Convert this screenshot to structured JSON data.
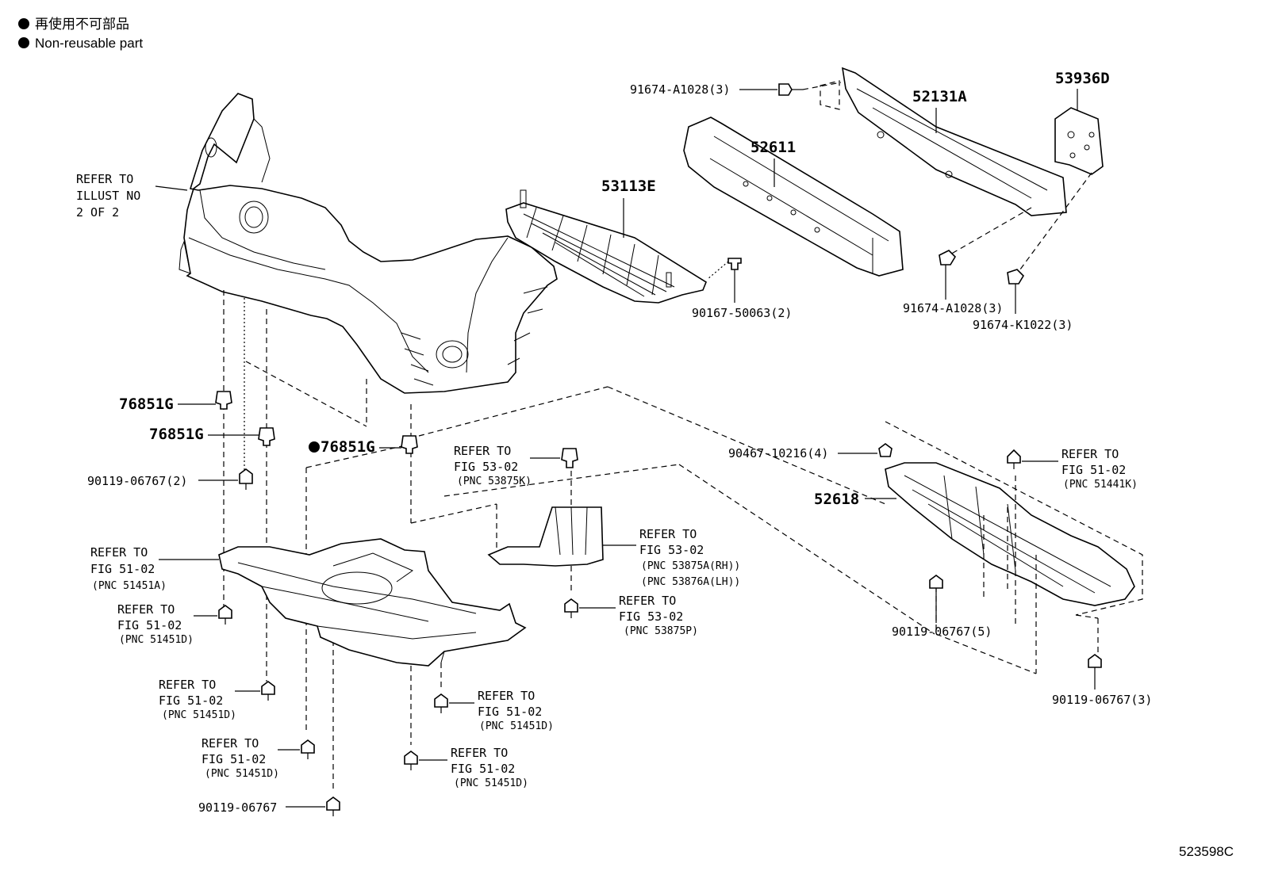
{
  "legend": [
    {
      "text": "再使用不可部品"
    },
    {
      "text": "Non-reusable part"
    }
  ],
  "illustration_code": "523598C",
  "refer_illust": [
    "REFER TO",
    "ILLUST NO",
    "2 OF 2"
  ],
  "parts": {
    "p53936D": "53936D",
    "p52131A": "52131A",
    "p91674_top": "91674-A1028(3)",
    "p52611": "52611",
    "p53113E": "53113E",
    "p90167": "90167-50063(2)",
    "p91674_mid": "91674-A1028(3)",
    "p91674_k": "91674-K1022(3)",
    "p76851G_a": "76851G",
    "p76851G_b": "76851G",
    "p76851G_c": "76851G",
    "p90119_2": "90119-06767(2)",
    "p90467": "90467-10216(4)",
    "p52618": "52618",
    "p90119_5": "90119-06767(5)",
    "p90119_3": "90119-06767(3)",
    "p90119_1": "90119-06767"
  },
  "refs": {
    "r53875K": [
      "REFER TO",
      "FIG 53-02",
      "(PNC 53875K)"
    ],
    "r51441K": [
      "REFER TO",
      "FIG 51-02",
      "(PNC 51441K)"
    ],
    "r51451A": [
      "REFER TO",
      "FIG 51-02",
      "(PNC 51451A)"
    ],
    "r53875A": [
      "REFER TO",
      "FIG 53-02",
      "(PNC 53875A(RH))",
      "(PNC 53876A(LH))"
    ],
    "r53875P": [
      "REFER TO",
      "FIG 53-02",
      "(PNC 53875P)"
    ],
    "r51451D_a": [
      "REFER TO",
      "FIG 51-02",
      "(PNC 51451D)"
    ],
    "r51451D_b": [
      "REFER TO",
      "FIG 51-02",
      "(PNC 51451D)"
    ],
    "r51451D_c": [
      "REFER TO",
      "FIG 51-02",
      "(PNC 51451D)"
    ],
    "r51451D_d": [
      "REFER TO",
      "FIG 51-02",
      "(PNC 51451D)"
    ],
    "r51451D_e": [
      "REFER TO",
      "FIG 51-02",
      "(PNC 51451D)"
    ]
  }
}
